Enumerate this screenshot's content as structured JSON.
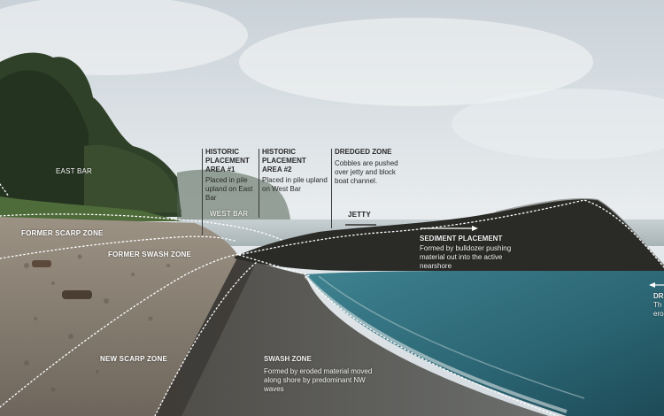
{
  "labels": {
    "east_bar": "EAST BAR",
    "west_bar": "WEST BAR",
    "jetty": "JETTY",
    "former_scarp_zone": "FORMER SCARP ZONE",
    "former_swash_zone": "FORMER SWASH ZONE",
    "new_scarp_zone": "NEW SCARP ZONE"
  },
  "annotations": {
    "historic_1": {
      "title": "HISTORIC PLACEMENT AREA #1",
      "body": "Placed in pile upland on East Bar"
    },
    "historic_2": {
      "title": "HISTORIC PLACEMENT AREA #2",
      "body": "Placed in pile upland on West Bar"
    },
    "dredged": {
      "title": "DREDGED ZONE",
      "body": "Cobbles are pushed over jetty and block boat channel."
    },
    "sediment": {
      "title": "SEDIMENT PLACEMENT",
      "body": "Formed by bulldozer pushing material out into the active nearshore"
    },
    "swash": {
      "title": "SWASH ZONE",
      "body": "Formed by eroded material moved along shore by predominant NW waves"
    },
    "drift_partial": {
      "title": "DR",
      "body1": "Th",
      "body2": "ero"
    }
  },
  "colors": {
    "sky": "#dde3e7",
    "water": "#2f6f7d",
    "sediment": "#2b2b28",
    "beach": "#8c8377",
    "trees": "#2d3e27"
  }
}
